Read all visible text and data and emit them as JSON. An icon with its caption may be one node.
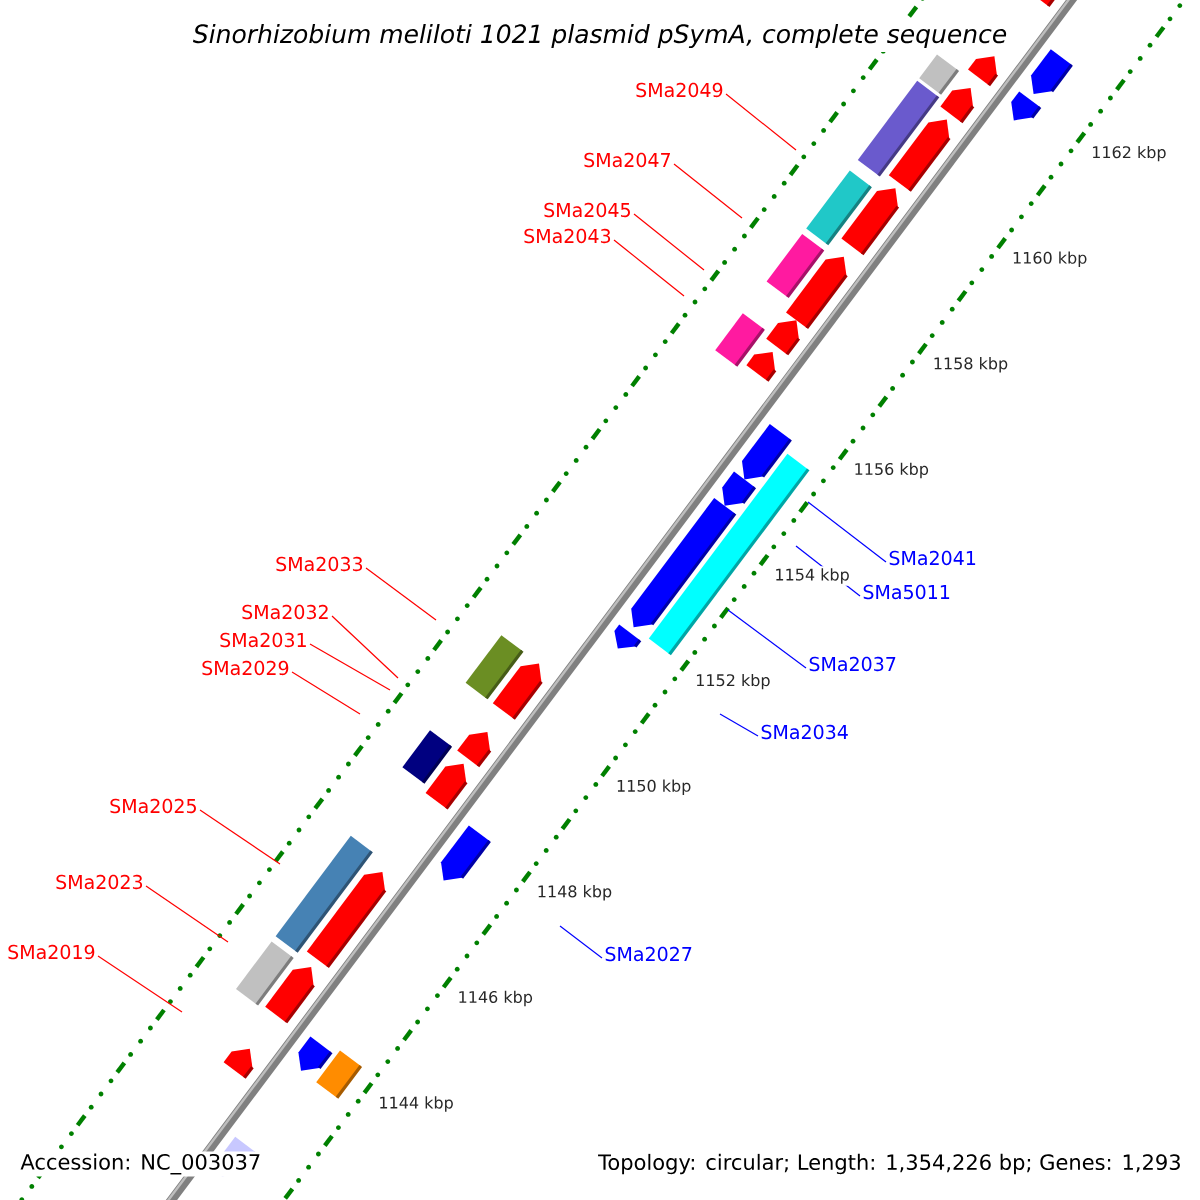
{
  "diagram": {
    "title": "Sinorhizobium meliloti 1021 plasmid pSymA, complete sequence",
    "nodes": [
      {
        "text": [
          "SMa2049"
        ]
      },
      {
        "text": [
          "SMa2047"
        ]
      },
      {
        "text": [
          "SMa2045"
        ]
      },
      {
        "text": [
          "SMa2043"
        ]
      },
      {
        "text": [
          "SMa2033"
        ]
      },
      {
        "text": [
          "SMa2032"
        ]
      },
      {
        "text": [
          "SMa2031"
        ]
      },
      {
        "text": [
          "SMa2029"
        ]
      },
      {
        "text": [
          "SMa2025"
        ]
      },
      {
        "text": [
          "SMa2023"
        ]
      },
      {
        "text": [
          "SMa2019"
        ]
      },
      {
        "text": [
          "SMa2041"
        ]
      },
      {
        "text": [
          "SMa5011"
        ]
      },
      {
        "text": [
          "SMa2037"
        ]
      },
      {
        "text": [
          "SMa2034"
        ]
      },
      {
        "text": [
          "SMa2027"
        ]
      }
    ],
    "edges": [
      {
        "from": 0,
        "to": null,
        "arrow": "none"
      },
      {
        "from": 1,
        "to": null,
        "arrow": "none"
      },
      {
        "from": 2,
        "to": null,
        "arrow": "none"
      },
      {
        "from": 3,
        "to": null,
        "arrow": "none"
      },
      {
        "from": 4,
        "to": null,
        "arrow": "none"
      },
      {
        "from": 5,
        "to": null,
        "arrow": "none"
      },
      {
        "from": 6,
        "to": null,
        "arrow": "none"
      },
      {
        "from": 7,
        "to": null,
        "arrow": "none"
      },
      {
        "from": 8,
        "to": null,
        "arrow": "none"
      },
      {
        "from": 9,
        "to": null,
        "arrow": "none"
      },
      {
        "from": 10,
        "to": null,
        "arrow": "none"
      },
      {
        "from": 11,
        "to": null,
        "arrow": "none",
        "color": "#0000ff"
      },
      {
        "from": 12,
        "to": null,
        "arrow": "none",
        "color": "#0000ff"
      },
      {
        "from": 13,
        "to": null,
        "arrow": "none",
        "color": "#0000ff"
      },
      {
        "from": 14,
        "to": null,
        "arrow": "none",
        "color": "#0000ff"
      },
      {
        "from": 15,
        "to": null,
        "arrow": "none",
        "color": "#0000ff"
      }
    ],
    "labels": [
      "1162 kbp",
      "1160 kbp",
      "1158 kbp",
      "1156 kbp",
      "1154 kbp",
      "1152 kbp",
      "1150 kbp",
      "1148 kbp",
      "1146 kbp",
      "1144 kbp",
      "Accession: NC_003037",
      "Topology: circular; Length: 1,354,226 bp; Genes: 1,293"
    ]
  }
}
